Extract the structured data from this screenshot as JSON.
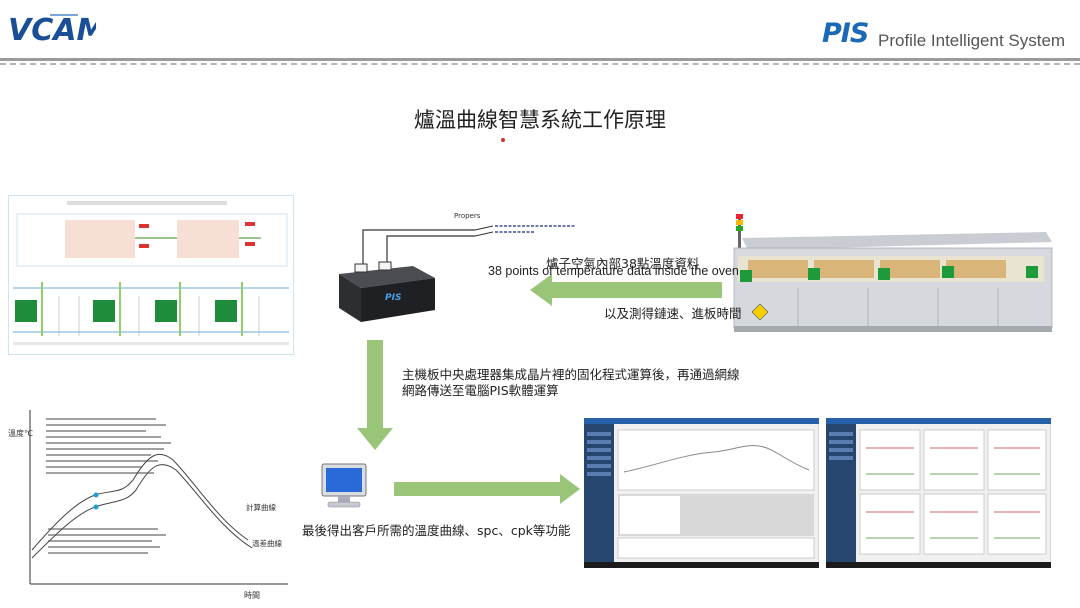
{
  "header": {
    "left_logo": "VCAM",
    "right_logo": "PIS",
    "right_tagline": "Profile Intelligent System"
  },
  "title": "爐溫曲線智慧系統工作原理",
  "captions": {
    "oven_data_cn": "爐子空氣內部38點溫度資料",
    "oven_data_en": "38 points of temperature data inside the oven",
    "speed_time": "以及測得鏈速、進板時間",
    "cpu_line1": "主機板中央處理器集成晶片裡的固化程式運算後，再通過網線",
    "cpu_line2": "網路傳送至電腦PIS軟體運算",
    "result": "最後得出客戶所需的溫度曲線、spc、cpk等功能"
  },
  "device": {
    "label": "PIS",
    "probe_label": "Propers"
  },
  "curve_chart": {
    "ylabel": "溫度℃",
    "xlabel": "時間",
    "legend_calc": "計算曲線",
    "legend_measured": "溫差曲線"
  },
  "colors": {
    "arrow_green": "#8fbf6a",
    "brand_blue": "#1a68b6",
    "title_dot": "#d3322c"
  }
}
